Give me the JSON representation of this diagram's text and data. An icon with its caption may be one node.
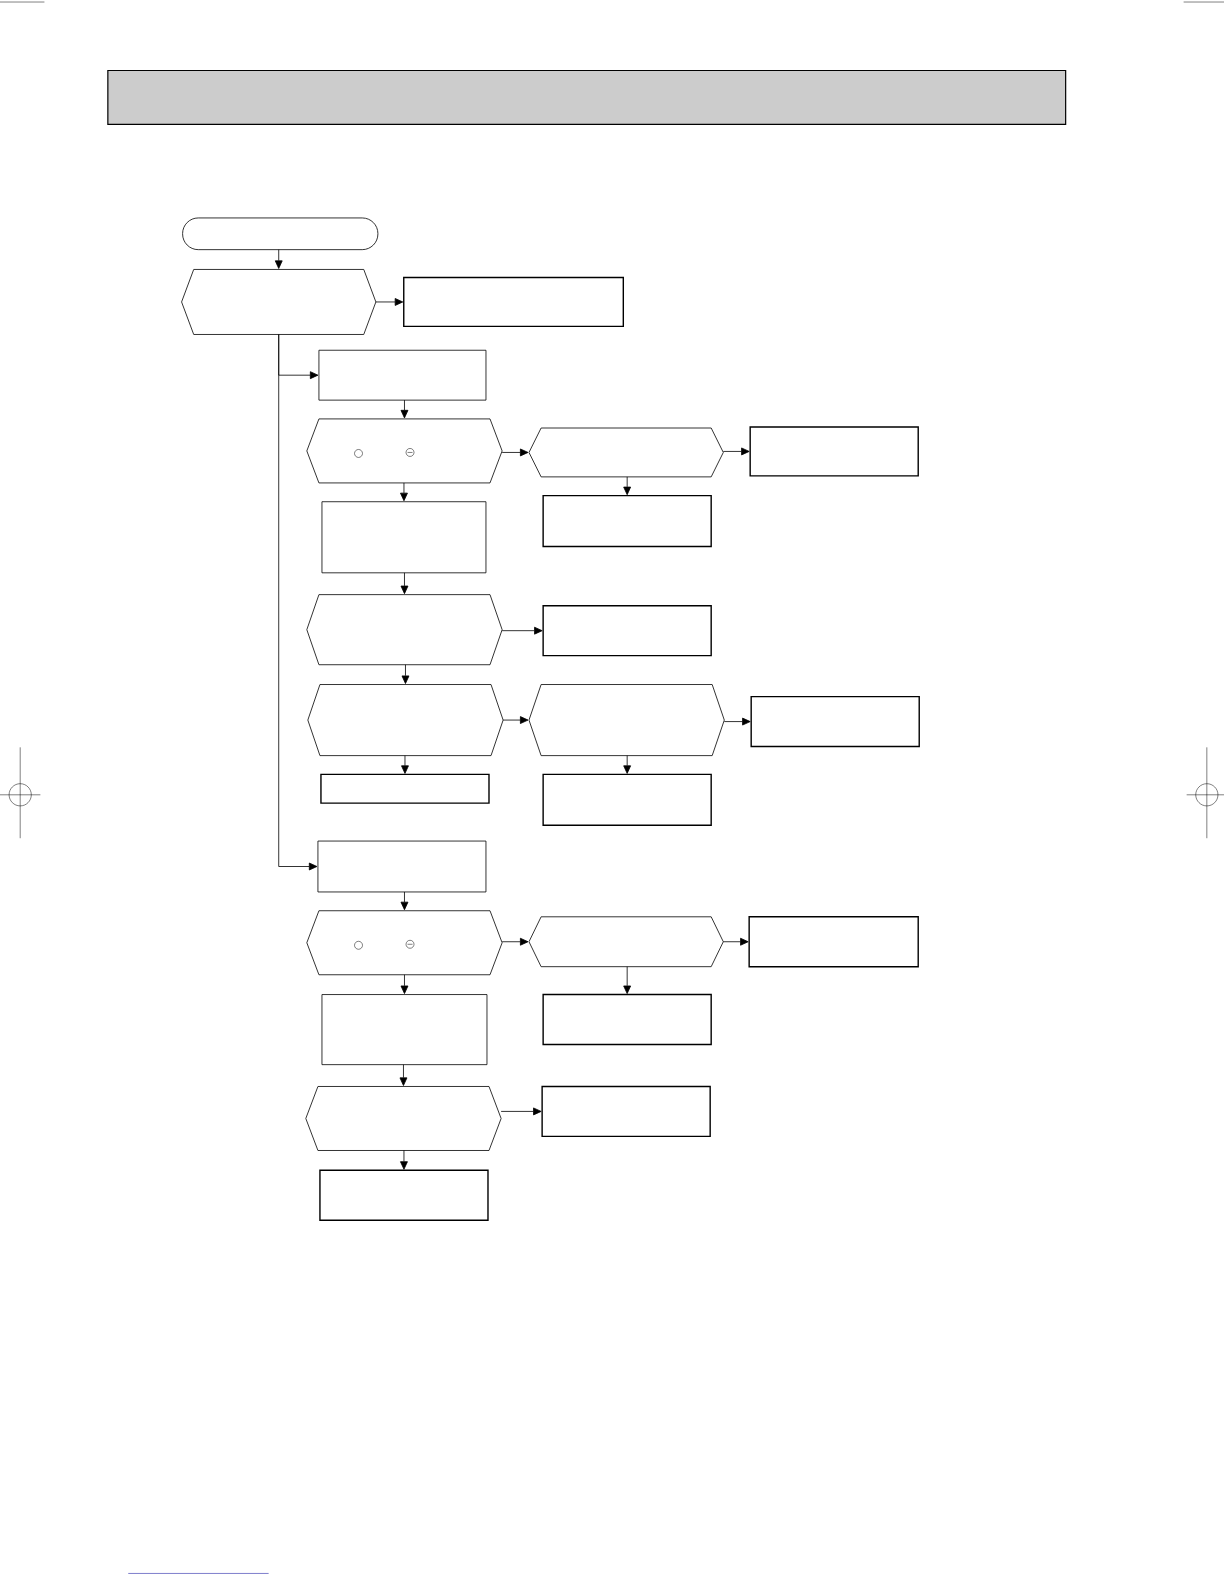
{
  "diagram": {
    "nodes": [
      {
        "text": [],
        "shape": "band"
      },
      {
        "text": [],
        "shape": "terminal"
      },
      {
        "text": [],
        "shape": "hexagon"
      },
      {
        "text": [],
        "shape": "box"
      },
      {
        "text": [],
        "shape": "box"
      },
      {
        "text": [],
        "shape": "hexagon"
      },
      {
        "text": [],
        "shape": "hexagon"
      },
      {
        "text": [],
        "shape": "box"
      },
      {
        "text": [],
        "shape": "box"
      },
      {
        "text": [],
        "shape": "box"
      },
      {
        "text": [],
        "shape": "hexagon"
      },
      {
        "text": [],
        "shape": "box"
      },
      {
        "text": [],
        "shape": "hexagon"
      },
      {
        "text": [],
        "shape": "hexagon"
      },
      {
        "text": [],
        "shape": "box"
      },
      {
        "text": [],
        "shape": "box"
      },
      {
        "text": [],
        "shape": "box"
      },
      {
        "text": [],
        "shape": "box"
      },
      {
        "text": [],
        "shape": "hexagon"
      },
      {
        "text": [],
        "shape": "hexagon"
      },
      {
        "text": [],
        "shape": "box"
      },
      {
        "text": [],
        "shape": "box"
      },
      {
        "text": [],
        "shape": "box"
      },
      {
        "text": [],
        "shape": "hexagon"
      },
      {
        "text": [],
        "shape": "box"
      },
      {
        "text": [],
        "shape": "box"
      }
    ],
    "edges": [
      {
        "from": 1,
        "to": 2,
        "arrow": "to"
      },
      {
        "from": 2,
        "to": 3,
        "arrow": "to"
      },
      {
        "from": 2,
        "to": 4,
        "arrow": "to"
      },
      {
        "from": 2,
        "to": 17,
        "arrow": "to"
      },
      {
        "from": 4,
        "to": 5,
        "arrow": "to"
      },
      {
        "from": 5,
        "to": 6,
        "arrow": "to"
      },
      {
        "from": 6,
        "to": 7,
        "arrow": "to"
      },
      {
        "from": 5,
        "to": 8,
        "arrow": "to"
      },
      {
        "from": 6,
        "to": 9,
        "arrow": "to"
      },
      {
        "from": 8,
        "to": 10,
        "arrow": "to"
      },
      {
        "from": 10,
        "to": 11,
        "arrow": "to"
      },
      {
        "from": 10,
        "to": 12,
        "arrow": "to"
      },
      {
        "from": 12,
        "to": 13,
        "arrow": "to"
      },
      {
        "from": 13,
        "to": 14,
        "arrow": "to"
      },
      {
        "from": 12,
        "to": 15,
        "arrow": "to"
      },
      {
        "from": 13,
        "to": 16,
        "arrow": "to"
      },
      {
        "from": 17,
        "to": 18,
        "arrow": "to"
      },
      {
        "from": 18,
        "to": 19,
        "arrow": "to"
      },
      {
        "from": 19,
        "to": 20,
        "arrow": "to"
      },
      {
        "from": 18,
        "to": 21,
        "arrow": "to"
      },
      {
        "from": 19,
        "to": 22,
        "arrow": "to"
      },
      {
        "from": 21,
        "to": 23,
        "arrow": "to"
      },
      {
        "from": 23,
        "to": 24,
        "arrow": "to"
      },
      {
        "from": 23,
        "to": 25,
        "arrow": "to"
      }
    ]
  }
}
